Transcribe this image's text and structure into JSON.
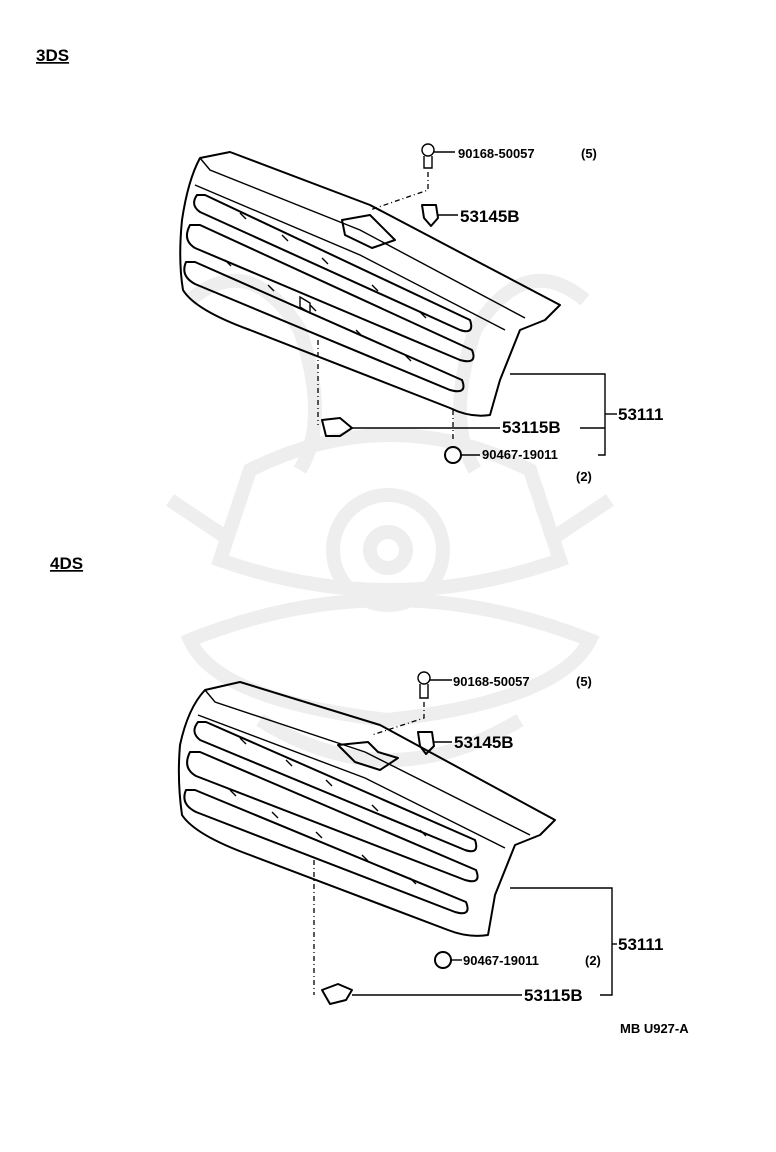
{
  "sections": [
    {
      "id": "3ds",
      "heading": "3DS",
      "callouts": {
        "screw": "90168-50057",
        "screw_qty": "(5)",
        "clip_top": "53145B",
        "bracket": "53115B",
        "clip_bottom": "90467-19011",
        "clip_bottom_qty": "(2)",
        "assembly": "53111"
      }
    },
    {
      "id": "4ds",
      "heading": "4DS",
      "callouts": {
        "screw": "90168-50057",
        "screw_qty": "(5)",
        "clip_top": "53145B",
        "bracket": "53115B",
        "clip_bottom": "90467-19011",
        "clip_bottom_qty": "(2)",
        "assembly": "53111"
      }
    }
  ],
  "diagram_code": "MB U927-A"
}
